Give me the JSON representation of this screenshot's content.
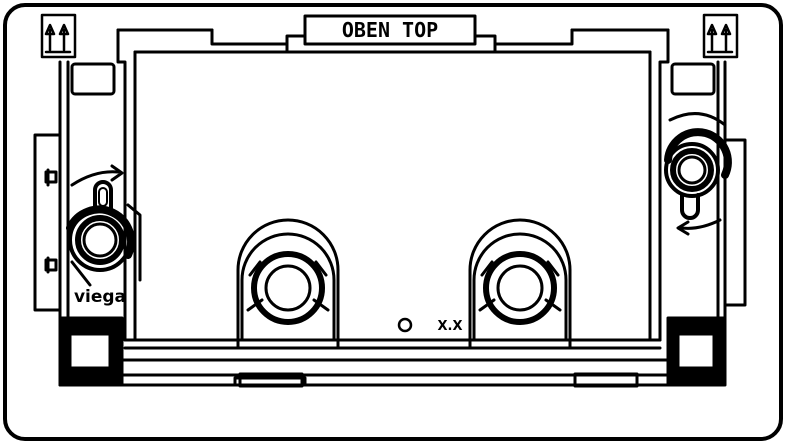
{
  "top_label": "OBEN TOP",
  "brand": "viega",
  "version_mark": "X.X",
  "icons": {
    "orientation_arrows": "double-up-arrow-in-box",
    "rotation_arrow_left": "curved-arrow-right",
    "rotation_arrow_right": "curved-arrow-left"
  },
  "colors": {
    "line": "#000000",
    "background": "#ffffff"
  }
}
